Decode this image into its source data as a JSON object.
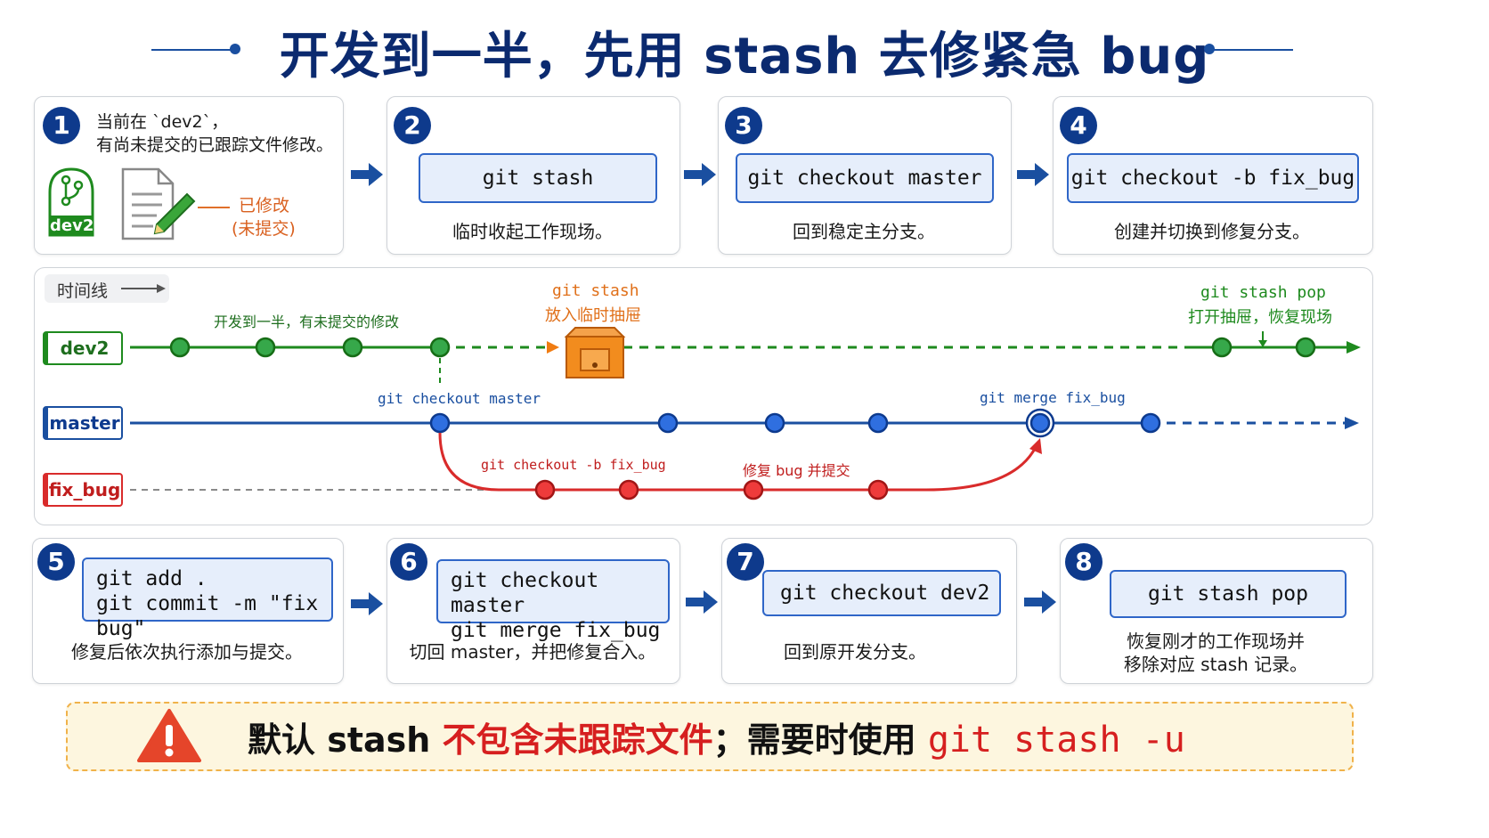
{
  "title": "开发到一半，先用 stash 去修紧急 bug",
  "steps": [
    {
      "num": "1",
      "line1": "当前在 `dev2`，",
      "line2": "有尚未提交的已跟踪文件修改。",
      "branch_icon_label": "dev2",
      "modified_label": "已修改",
      "uncommitted_label": "(未提交)"
    },
    {
      "num": "2",
      "cmd": "git stash",
      "desc": "临时收起工作现场。"
    },
    {
      "num": "3",
      "cmd": "git checkout master",
      "desc": "回到稳定主分支。"
    },
    {
      "num": "4",
      "cmd": "git checkout -b fix_bug",
      "desc": "创建并切换到修复分支。"
    },
    {
      "num": "5",
      "cmd1": "git add .",
      "cmd2": "git commit -m \"fix bug\"",
      "desc": "修复后依次执行添加与提交。"
    },
    {
      "num": "6",
      "cmd1": "git checkout master",
      "cmd2": "git merge fix_bug",
      "desc": "切回 master，并把修复合入。"
    },
    {
      "num": "7",
      "cmd": "git checkout dev2",
      "desc": "回到原开发分支。"
    },
    {
      "num": "8",
      "cmd": "git stash pop",
      "desc1": "恢复刚才的工作现场并",
      "desc2": "移除对应 stash 记录。"
    }
  ],
  "timeline": {
    "legend": "时间线",
    "branches": {
      "dev2": "dev2",
      "master": "master",
      "fix_bug": "fix_bug"
    },
    "annotations": {
      "dev2_half": "开发到一半，有未提交的修改",
      "stash_cmd": "git stash",
      "stash_desc": "放入临时抽屉",
      "pop_cmd": "git stash pop",
      "pop_desc": "打开抽屉，恢复现场",
      "checkout_master": "git checkout master",
      "merge": "git merge fix_bug",
      "checkout_fix": "git checkout -b fix_bug",
      "fix_commit": "修复 bug 并提交"
    },
    "colors": {
      "dev2": "#1e8a1e",
      "master": "#1a4fa0",
      "fix_bug": "#d92b2b",
      "stash": "#f07c12"
    }
  },
  "warning": {
    "part1": "默认 stash ",
    "part2": "不包含未跟踪文件",
    "part3": "；需要时使用 ",
    "cmd": "git stash -u"
  }
}
